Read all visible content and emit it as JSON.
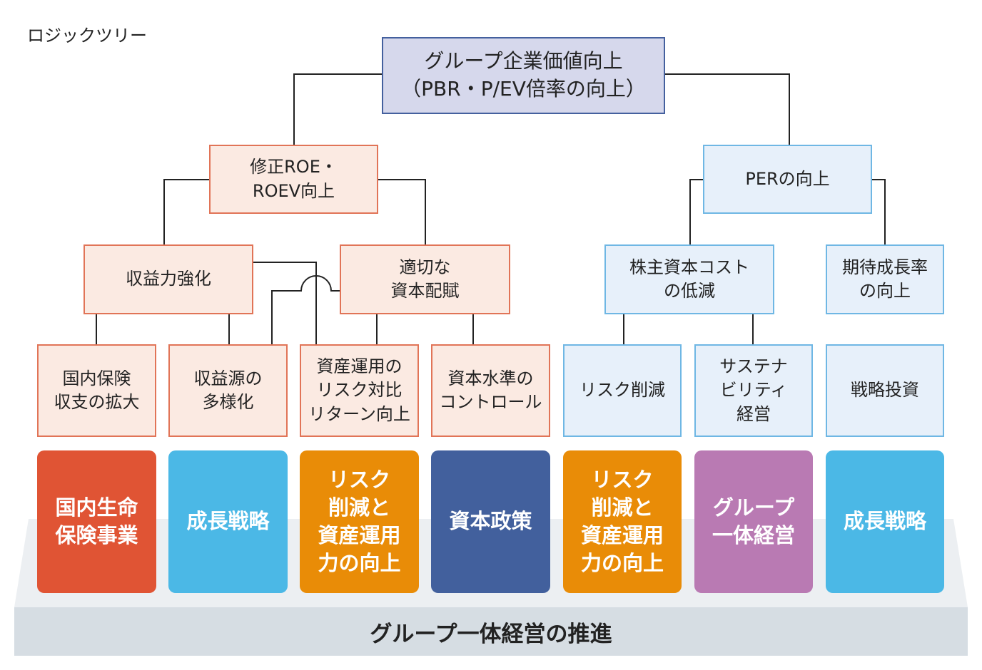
{
  "title": "ロジックツリー",
  "root": "グループ企業価値向上\n（PBR・P/EV倍率の向上）",
  "level2": {
    "roe": "修正ROE・\nROEV向上",
    "per": "PERの向上"
  },
  "level3": {
    "profit": "収益力強化",
    "capital": "適切な\n資本配賦",
    "cost": "株主資本コスト\nの低減",
    "growth": "期待成長率\nの向上"
  },
  "level4": [
    {
      "label": "国内保険\n収支の拡大",
      "style": "pk"
    },
    {
      "label": "収益源の\n多様化",
      "style": "pk"
    },
    {
      "label": "資産運用の\nリスク対比\nリターン向上",
      "style": "pk"
    },
    {
      "label": "資本水準の\nコントロール",
      "style": "pk"
    },
    {
      "label": "リスク削減",
      "style": "bl"
    },
    {
      "label": "サステナ\nビリティ\n経営",
      "style": "bl"
    },
    {
      "label": "戦略投資",
      "style": "bl"
    }
  ],
  "pillars": [
    {
      "label": "国内生命\n保険事業",
      "color": "#e05434"
    },
    {
      "label": "成長戦略",
      "color": "#4bb8e6"
    },
    {
      "label": "リスク\n削減と\n資産運用\n力の向上",
      "color": "#e98c07"
    },
    {
      "label": "資本政策",
      "color": "#42609d"
    },
    {
      "label": "リスク\n削減と\n資産運用\n力の向上",
      "color": "#e98c07"
    },
    {
      "label": "グループ\n一体経営",
      "color": "#b97ab3"
    },
    {
      "label": "成長戦略",
      "color": "#4bb8e6"
    }
  ],
  "base": "グループ一体経営の推進",
  "colors": {
    "root_fill": "#d6d8ec",
    "root_border": "#44609e",
    "pink_fill": "#fbeae2",
    "pink_border": "#e17457",
    "blue_fill": "#e7f0fa",
    "blue_border": "#6fb7e4",
    "base_band": "#d6dde3",
    "base_slope": "#eceff2"
  }
}
